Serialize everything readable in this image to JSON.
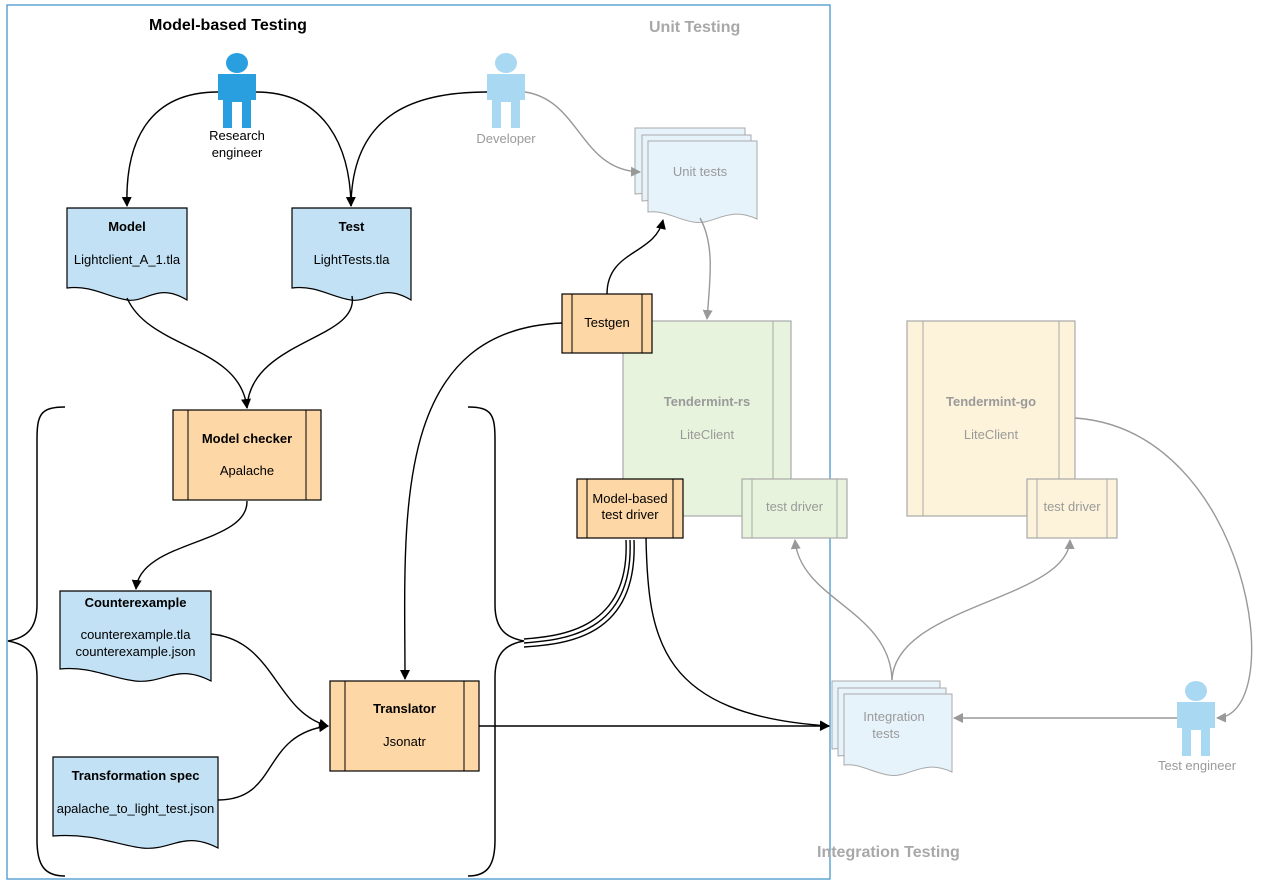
{
  "regions": {
    "model_based": "Model-based Testing",
    "unit": "Unit Testing",
    "integration": "Integration Testing"
  },
  "actors": {
    "research_engineer": "Research engineer",
    "developer": "Developer",
    "test_engineer": "Test engineer"
  },
  "docs": {
    "model": {
      "title": "Model",
      "file": "Lightclient_A_1.tla"
    },
    "test": {
      "title": "Test",
      "file": "LightTests.tla"
    },
    "counterexample": {
      "title": "Counterexample",
      "file1": "counterexample.tla",
      "file2": "counterexample.json"
    },
    "transformation": {
      "title": "Transformation spec",
      "file": "apalache_to_light_test.json"
    },
    "unit_tests": "Unit tests",
    "integration_tests_l1": "Integration",
    "integration_tests_l2": "tests"
  },
  "processes": {
    "model_checker": {
      "title": "Model checker",
      "tool": "Apalache"
    },
    "translator": {
      "title": "Translator",
      "tool": "Jsonatr"
    },
    "testgen": "Testgen",
    "mbt_driver_l1": "Model-based",
    "mbt_driver_l2": "test driver"
  },
  "systems": {
    "rs": {
      "title": "Tendermint-rs",
      "sub": "LiteClient",
      "driver": "test driver"
    },
    "go": {
      "title": "Tendermint-go",
      "sub": "LiteClient",
      "driver": "test driver"
    }
  },
  "colors": {
    "doc_fill": "#c2e1f4",
    "proc_fill": "#fed7a6",
    "rs_fill": "#e7f3dc",
    "go_fill": "#fdf3da",
    "person_dark": "#2a9fe0",
    "person_light": "#a8d8f2",
    "frame": "#3a8fc7"
  }
}
